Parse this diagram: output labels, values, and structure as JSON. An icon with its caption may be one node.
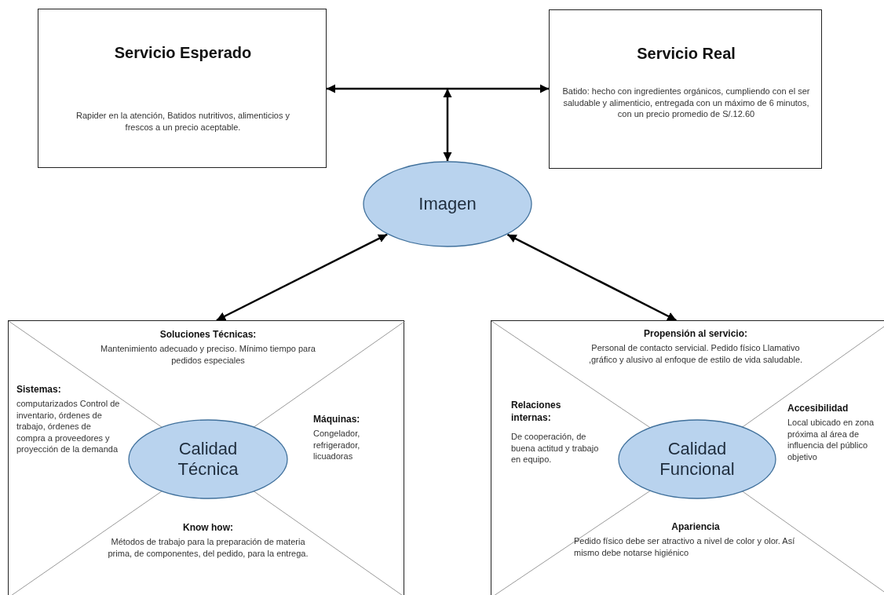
{
  "diagram": {
    "nodes": [
      {
        "text": [
          "Servicio Esperado",
          "Rapider en la atención, Batidos nutritivos, alimenticios y frescos a un precio aceptable."
        ]
      },
      {
        "text": [
          "Servicio Real",
          "Batido: hecho con ingredientes orgánicos, cumpliendo con el ser saludable y alimenticio, entregada con un máximo de 6 minutos, con un precio promedio de S/.12.60"
        ]
      },
      {
        "text": [
          "Imagen"
        ]
      },
      {
        "text": [
          "Soluciones Técnicas:",
          "Mantenimiento adecuado y preciso. Mínimo tiempo para pedidos especiales",
          "Sistemas:",
          "computarizados Control de inventario, órdenes de trabajo, órdenes de compra a proveedores y proyección de la demanda",
          "Máquinas:",
          "Congelador, refrigerador, licuadoras",
          "Know how:",
          "Métodos de trabajo para la preparación de materia prima, de componentes, del pedido, para la entrega."
        ]
      },
      {
        "text": [
          "Calidad Técnica"
        ],
        "in": 3
      },
      {
        "text": [
          "Propensión al servicio:",
          "Personal de contacto servicial. Pedido físico Llamativo ,gráfico y alusivo al enfoque de estilo de vida saludable.",
          "Relaciones internas:",
          "De cooperación, de buena actitud y trabajo en equipo.",
          "Accesibilidad",
          "Local ubicado en zona próxima al área de influencia del público objetivo",
          "Apariencia",
          "Pedido físico debe ser atractivo a nivel de color y olor. Así mismo debe notarse higiénico"
        ]
      },
      {
        "text": [
          "Calidad Funcional"
        ],
        "in": 5
      }
    ],
    "edges": [
      {
        "from": 0,
        "to": 1,
        "arrow": "both"
      },
      {
        "from": null,
        "to": 2,
        "arrow": "both"
      },
      {
        "from": 2,
        "to": 3,
        "arrow": "both"
      },
      {
        "from": 2,
        "to": 5,
        "arrow": "both"
      }
    ]
  }
}
